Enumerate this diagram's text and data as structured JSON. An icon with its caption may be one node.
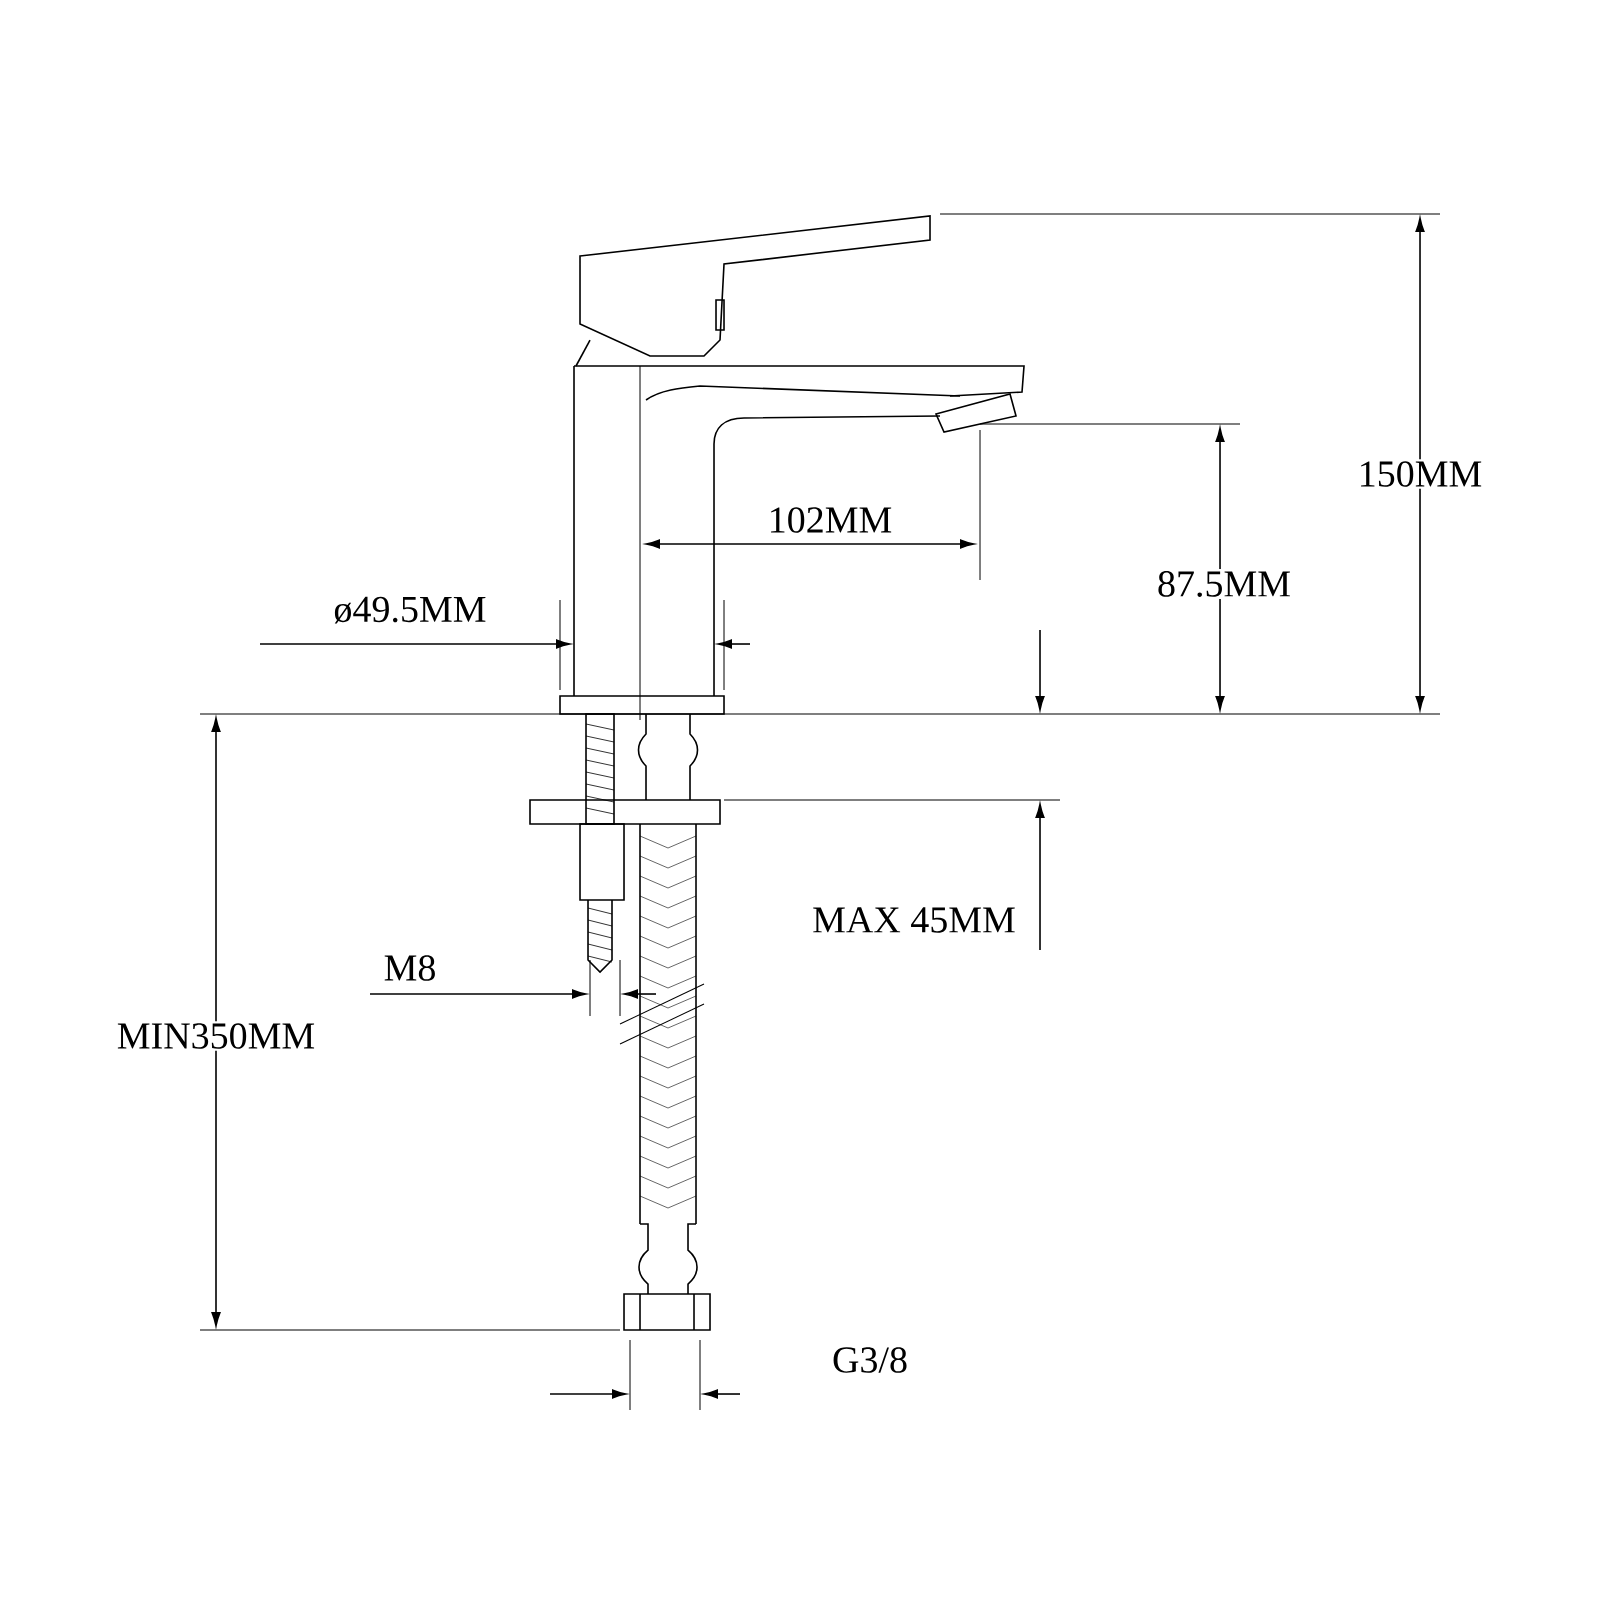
{
  "diagram": {
    "labels": [
      "150MM",
      "102MM",
      "87.5MM",
      "ø49.5MM",
      "MAX 45MM",
      "M8",
      "MIN350MM",
      "G3/8"
    ]
  }
}
